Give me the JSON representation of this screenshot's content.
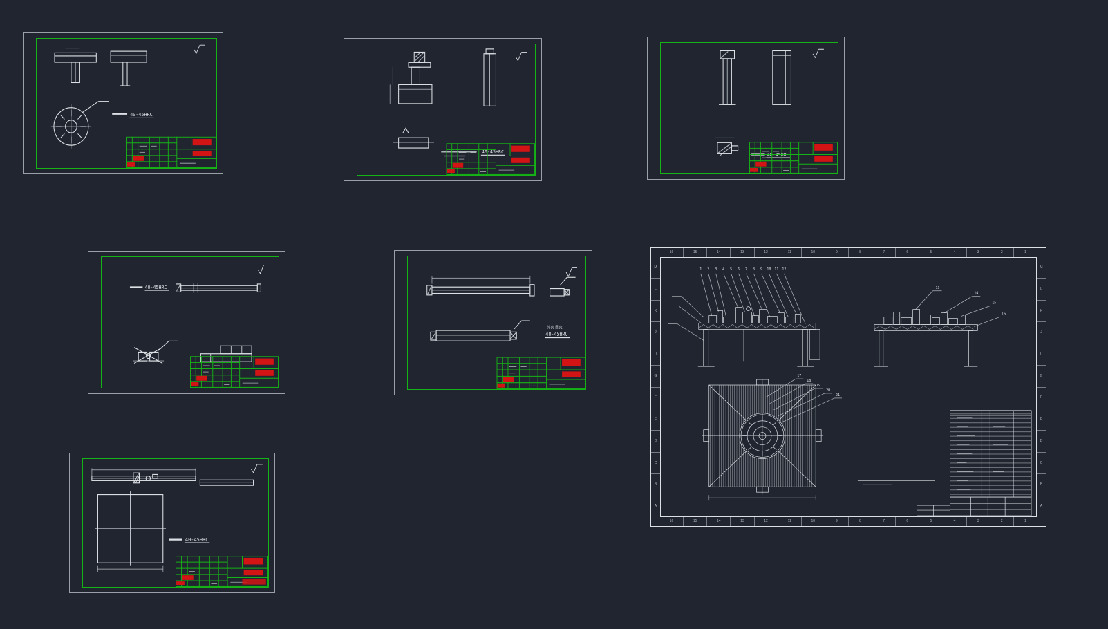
{
  "palette": {
    "bg": "#20252f",
    "green": "#16b316",
    "line": "#dce0e5",
    "red": "#d31414",
    "gray": "#9aa0a8"
  },
  "sheets": [
    {
      "id": "sheet-1",
      "note": "40-45HRC"
    },
    {
      "id": "sheet-2",
      "note": "40-45HRC"
    },
    {
      "id": "sheet-3",
      "note": "40-45HRC"
    },
    {
      "id": "sheet-4",
      "note": "40-45HRC"
    },
    {
      "id": "sheet-5",
      "note": "40-45HRC",
      "heat_note": "淬火 回火"
    },
    {
      "id": "sheet-7",
      "note": "40-45HRC"
    }
  ],
  "assembly": {
    "col_labels": [
      "16",
      "15",
      "14",
      "13",
      "12",
      "11",
      "10",
      "9",
      "8",
      "7",
      "6",
      "5",
      "4",
      "3",
      "2",
      "1"
    ],
    "row_labels": [
      "M",
      "L",
      "K",
      "J",
      "H",
      "G",
      "F",
      "E",
      "D",
      "C",
      "B",
      "A"
    ],
    "balloons_left": [
      "1",
      "2",
      "3",
      "4",
      "5",
      "6",
      "7",
      "8",
      "9",
      "10",
      "11",
      "12"
    ],
    "balloons_right": [
      "13",
      "14",
      "15",
      "16"
    ],
    "balloons_plan": [
      "17",
      "18",
      "19",
      "20",
      "21"
    ]
  }
}
